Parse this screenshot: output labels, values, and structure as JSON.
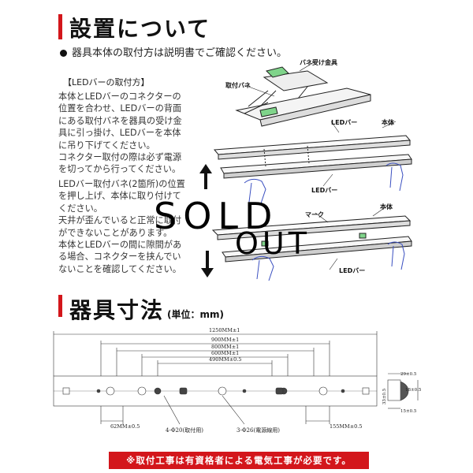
{
  "section1": {
    "title": "設置について",
    "note": "器具本体の取付方は説明書でご確認ください。"
  },
  "led_mount": {
    "heading": "【LEDバーの取付方】",
    "para1": [
      "本体とLEDバーのコネクターの",
      "位置を合わせ、LEDバーの背面",
      "にある取付バネを器具の受け金",
      "具に引っ掛け、LEDバーを本体",
      "に吊り下げてください。",
      "コネクター取付の際は必ず電源",
      "を切ってから行ってください。"
    ],
    "para2": [
      "LEDバー取付バネ(2箇所)の位置",
      "を押し上げ、本体に取り付けて",
      "ください。",
      "天井が歪んでいると正常に取付",
      "ができないことがあります。",
      "本体とLEDバーの間に隙間があ",
      "る場合、コネクターを挟んでい",
      "ないことを確認してください。"
    ]
  },
  "diagram_labels": {
    "spring_bracket": "バネ受け金具",
    "mount_spring": "取付バネ",
    "led_bar_1": "LEDバー",
    "body_1": "本体",
    "led_bar_2": "LEDバー",
    "mark": "マーク",
    "body_2": "本体",
    "led_bar_3": "LEDバー"
  },
  "sold_out": {
    "word1": "SOLD",
    "word2": "OUT"
  },
  "section2": {
    "title": "器具寸法",
    "unit": "(単位：mm)"
  },
  "dimensions": {
    "d1250": "1250MM±1",
    "d900": "900MM±1",
    "d800": "800MM±1",
    "d600": "600MM±1",
    "d490": "490MM±0.5",
    "d62": "62MM±0.5",
    "d155": "155MM±0.5",
    "hole20": "4-Φ20(取付用)",
    "hole26": "3-Φ26(電源線用)",
    "side_top": "29±0.5",
    "side_mid": "18±0.5",
    "side_bottom": "15±0.5",
    "side_left": "33±0.5"
  },
  "footer": {
    "warning": "※取付工事は有資格者による電気工事が必要です。"
  },
  "colors": {
    "accent": "#d3161b"
  }
}
